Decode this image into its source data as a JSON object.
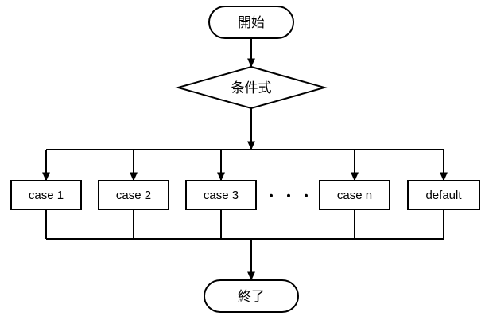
{
  "page": {
    "background": "#ffffff"
  },
  "diagram": {
    "type": "flowchart",
    "subject": "switch-case branching flow",
    "stroke_color": "#000000",
    "text_color": "#000000",
    "nodes": {
      "start": {
        "shape": "terminator",
        "label": "開始"
      },
      "condition": {
        "shape": "decision",
        "label": "条件式"
      },
      "case1": {
        "shape": "process",
        "label": "case 1"
      },
      "case2": {
        "shape": "process",
        "label": "case 2"
      },
      "case3": {
        "shape": "process",
        "label": "case 3"
      },
      "ellipsis": {
        "shape": "text",
        "label": "・・・"
      },
      "case_n": {
        "shape": "process",
        "label": "case n"
      },
      "default": {
        "shape": "process",
        "label": "default"
      },
      "end": {
        "shape": "terminator",
        "label": "終了"
      }
    },
    "edges": [
      {
        "from": "start",
        "to": "condition",
        "arrow": true
      },
      {
        "from": "condition",
        "to": "branch-line",
        "arrow": true
      },
      {
        "from": "branch-line",
        "to": "case1",
        "arrow": true
      },
      {
        "from": "branch-line",
        "to": "case2",
        "arrow": true
      },
      {
        "from": "branch-line",
        "to": "case3",
        "arrow": true
      },
      {
        "from": "branch-line",
        "to": "case_n",
        "arrow": true
      },
      {
        "from": "branch-line",
        "to": "default",
        "arrow": true
      },
      {
        "from": "case1",
        "to": "merge-line",
        "arrow": false
      },
      {
        "from": "case2",
        "to": "merge-line",
        "arrow": false
      },
      {
        "from": "case3",
        "to": "merge-line",
        "arrow": false
      },
      {
        "from": "case_n",
        "to": "merge-line",
        "arrow": false
      },
      {
        "from": "default",
        "to": "merge-line",
        "arrow": false
      },
      {
        "from": "merge-line",
        "to": "end",
        "arrow": true
      }
    ]
  }
}
